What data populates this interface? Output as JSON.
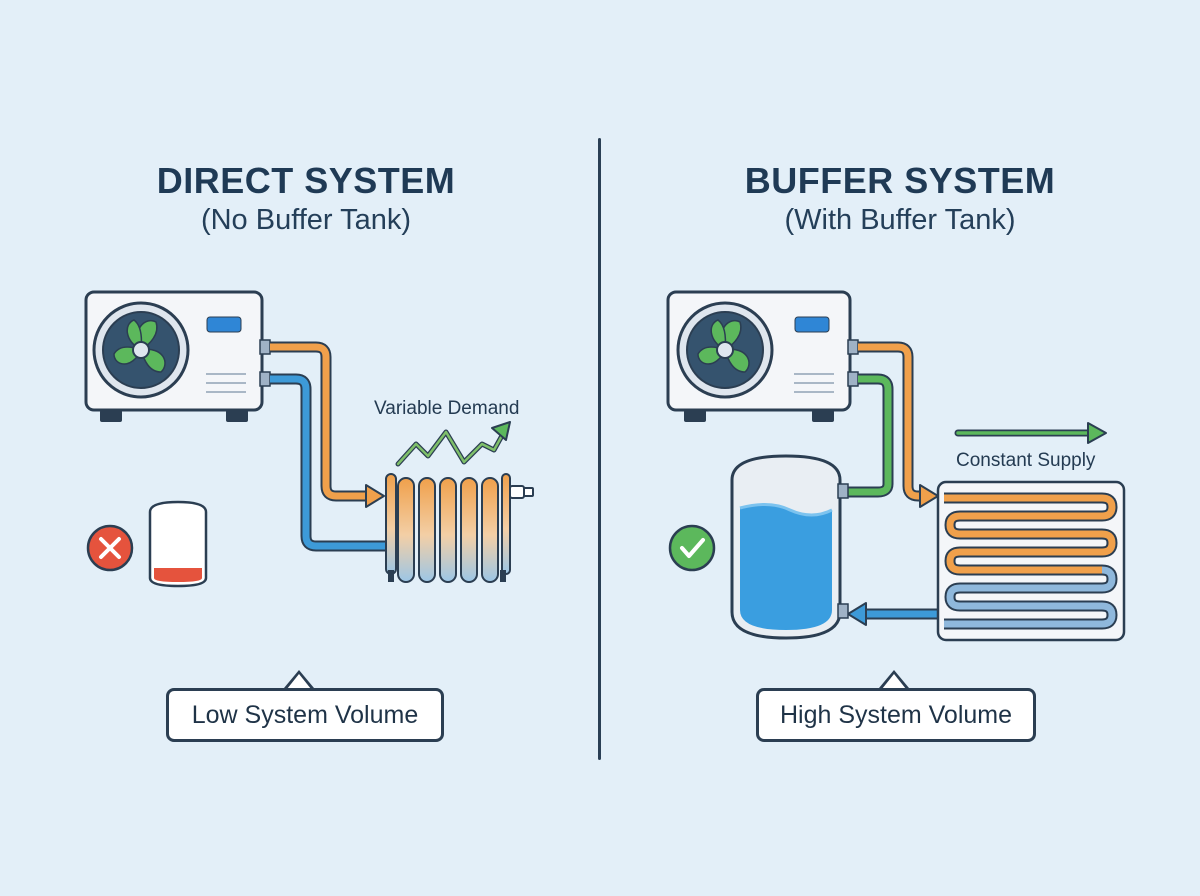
{
  "left_panel": {
    "title": "DIRECT SYSTEM",
    "subtitle": "(No Buffer Tank)",
    "demand_label": "Variable Demand",
    "volume_label": "Low System Volume",
    "status_icon": "x-circle-icon"
  },
  "right_panel": {
    "title": "BUFFER SYSTEM",
    "subtitle": "(With Buffer Tank)",
    "supply_label": "Constant Supply",
    "volume_label": "High System Volume",
    "status_icon": "check-circle-icon"
  },
  "colors": {
    "background": "#e3eff8",
    "hot_pipe": "#f0a04b",
    "cold_pipe": "#3d9ad8",
    "green": "#5cb85c",
    "red": "#e5533d",
    "outline": "#2b3e52"
  }
}
